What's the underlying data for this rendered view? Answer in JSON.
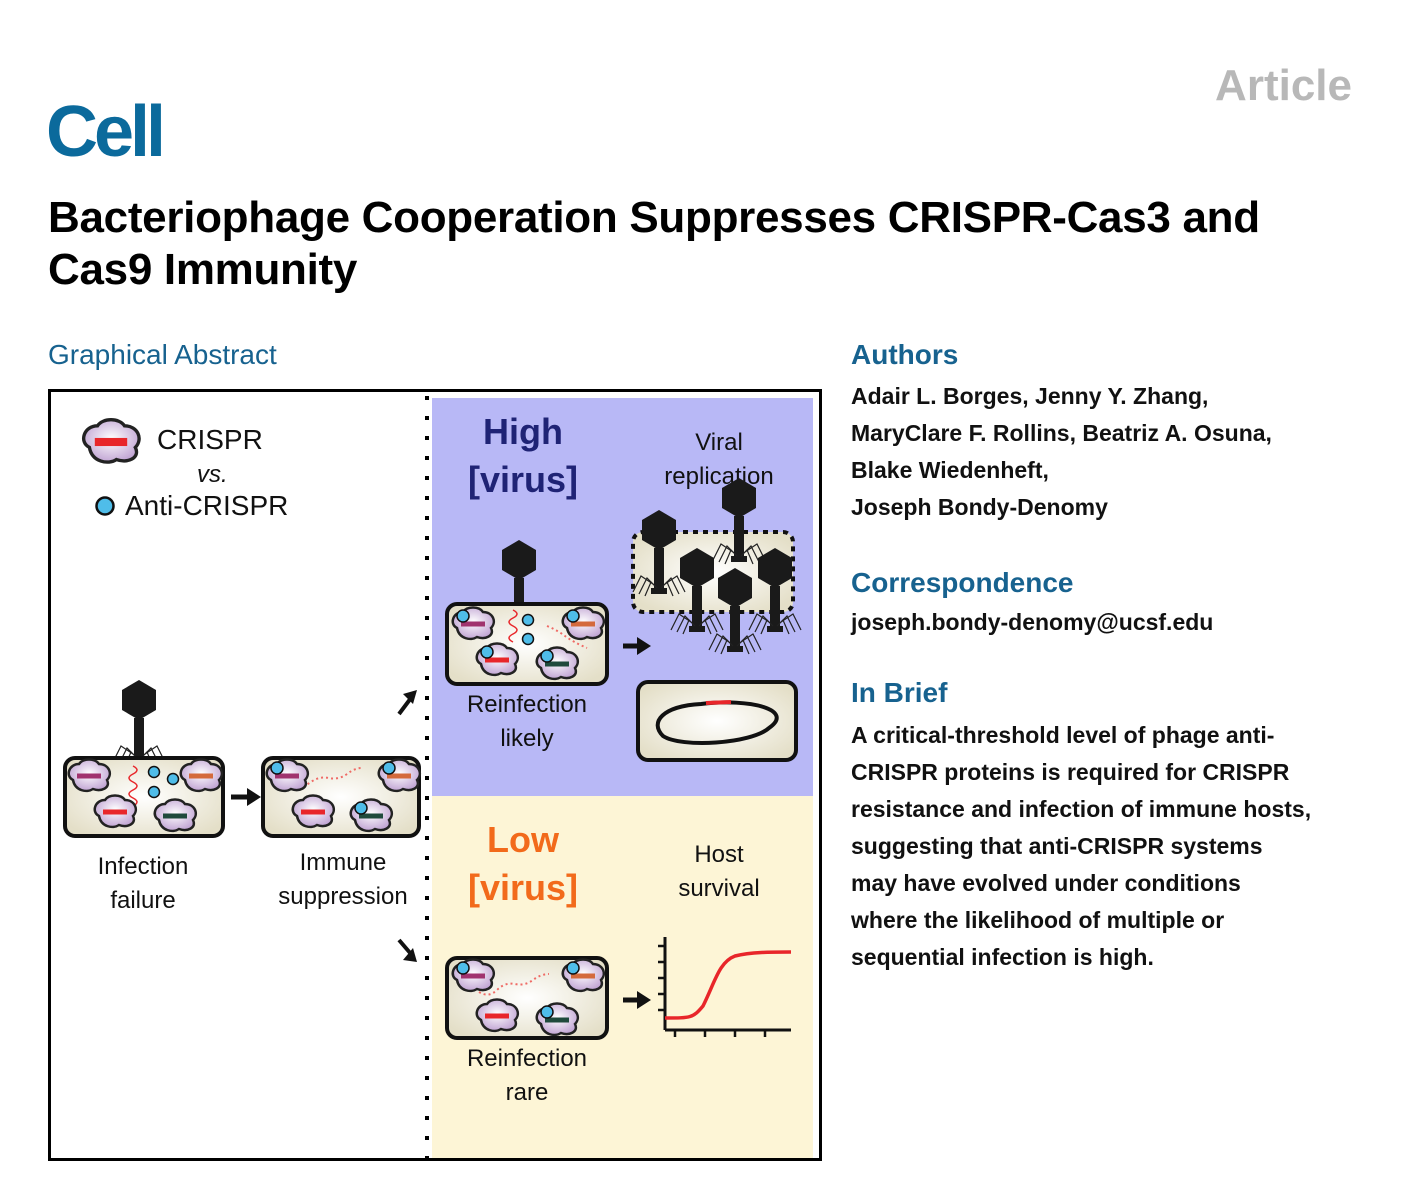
{
  "header": {
    "journal": "Cell",
    "article_type": "Article",
    "title": "Bacteriophage Cooperation Suppresses CRISPR-Cas3 and Cas9 Immunity"
  },
  "graphical_abstract": {
    "label": "Graphical Abstract",
    "legend": {
      "crispr": "CRISPR",
      "vs": "vs.",
      "anti_crispr": "Anti-CRISPR"
    },
    "stages": {
      "infection_failure": [
        "Infection",
        "failure"
      ],
      "immune_suppression": [
        "Immune",
        "suppression"
      ]
    },
    "high_panel": {
      "title": [
        "High",
        "[virus]"
      ],
      "outcome": [
        "Viral",
        "replication"
      ],
      "caption": [
        "Reinfection",
        "likely"
      ],
      "background": "#b8b8f6",
      "title_color": "#1f2375"
    },
    "low_panel": {
      "title": [
        "Low",
        "[virus]"
      ],
      "outcome": [
        "Host",
        "survival"
      ],
      "caption": [
        "Reinfection",
        "rare"
      ],
      "background": "#fdf5d6",
      "title_color": "#f26a1b"
    },
    "colors": {
      "crispr_bar_red": "#e8262a",
      "crispr_bar_magenta": "#a0336e",
      "crispr_bar_orange": "#d46a3c",
      "crispr_bar_green": "#1f4a3c",
      "anti_crispr_blue": "#4fbde9",
      "complex_purple": "#c7aed6",
      "cell_fill": "#ece7d2"
    }
  },
  "authors": {
    "heading": "Authors",
    "lines": [
      "Adair L. Borges, Jenny Y. Zhang,",
      "MaryClare F. Rollins, Beatriz A. Osuna,",
      "Blake Wiedenheft,",
      "Joseph Bondy-Denomy"
    ]
  },
  "correspondence": {
    "heading": "Correspondence",
    "email": "joseph.bondy-denomy@ucsf.edu"
  },
  "in_brief": {
    "heading": "In Brief",
    "lines": [
      "A critical-threshold level of phage anti-",
      "CRISPR proteins is required for CRISPR",
      "resistance and infection of immune hosts,",
      "suggesting that anti-CRISPR systems",
      "may have evolved under conditions",
      "where the likelihood of multiple or",
      "sequential infection is high."
    ]
  }
}
